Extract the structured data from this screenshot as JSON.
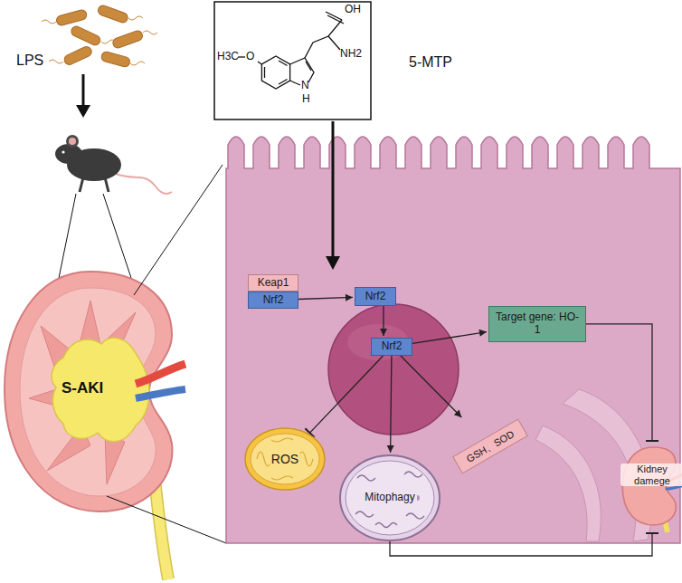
{
  "diagram": {
    "nodes": [
      {
        "text": [
          "Keap1"
        ]
      },
      {
        "text": [
          "Nrf2"
        ]
      },
      {
        "text": [
          "Nrf2"
        ]
      },
      {
        "text": [
          "Nrf2"
        ]
      },
      {
        "text": [
          "Target gene: HO-1"
        ]
      },
      {
        "text": [
          "ROS"
        ]
      },
      {
        "text": [
          "Mitophagy"
        ]
      },
      {
        "text": [
          "GSH、SOD"
        ]
      },
      {
        "text": [
          "Kidney damege"
        ]
      }
    ],
    "edges": [
      {
        "from": 1,
        "to": 2,
        "arrow": "to"
      },
      {
        "from": 2,
        "to": 3,
        "arrow": "to"
      },
      {
        "from": 3,
        "to": 4,
        "arrow": "to"
      },
      {
        "from": 3,
        "to": 5,
        "arrow": "to"
      },
      {
        "from": 3,
        "to": 6,
        "arrow": "to"
      },
      {
        "from": 3,
        "to": 7,
        "arrow": "to"
      },
      {
        "from": 4,
        "to": 8,
        "arrow": "to"
      },
      {
        "from": 6,
        "to": 8,
        "arrow": "to"
      }
    ],
    "labels": [
      "LPS",
      "OH",
      "NH2",
      "H3C",
      "O",
      "N",
      "H",
      "5-MTP",
      "S-AKI"
    ]
  }
}
